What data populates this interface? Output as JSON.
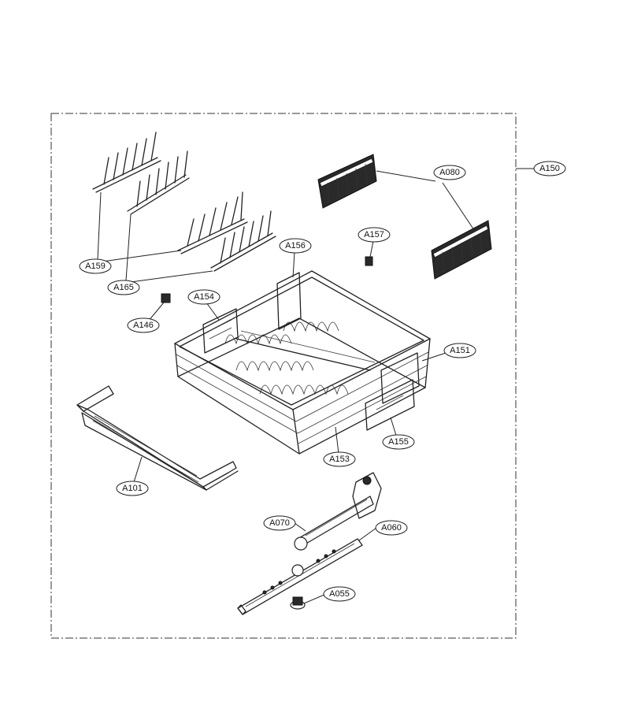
{
  "labels": {
    "a150": "A150",
    "a080": "A080",
    "a157": "A157",
    "a159": "A159",
    "a165": "A165",
    "a156": "A156",
    "a154": "A154",
    "a146": "A146",
    "a151": "A151",
    "a155": "A155",
    "a153": "A153",
    "a101": "A101",
    "a070": "A070",
    "a060": "A060",
    "a055": "A055"
  }
}
